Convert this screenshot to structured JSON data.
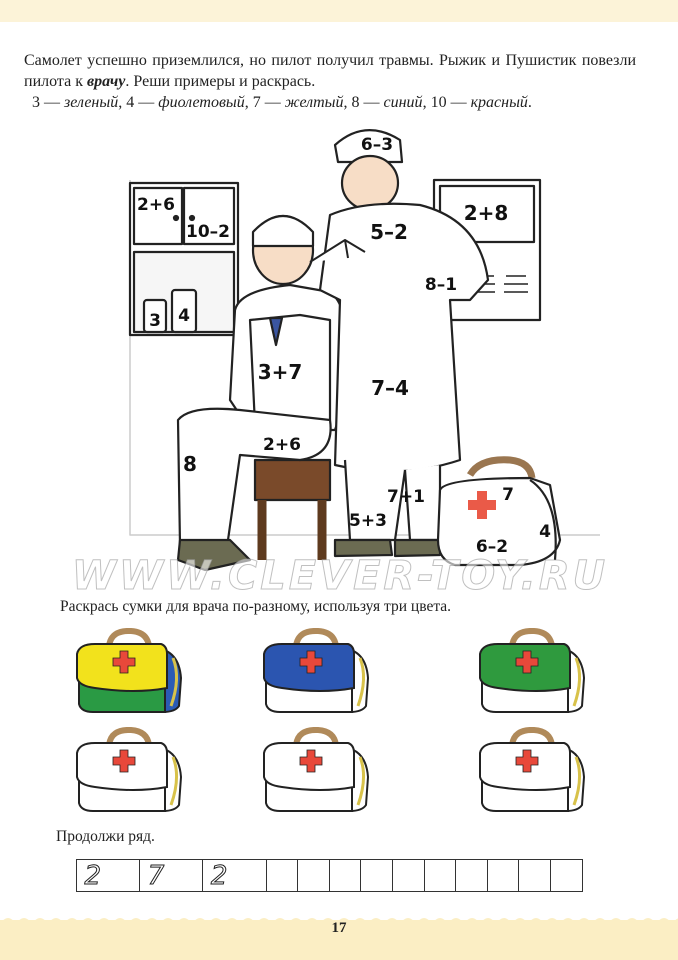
{
  "intro": {
    "line1_a": "Самолет успешно приземлился, но пилот получил травмы. Рыжик и Пушистик повезли пилота к ",
    "line1_bold": "врачу",
    "line1_b": ". Реши примеры и раскрась.",
    "legend": [
      {
        "num": "3",
        "sep": " — ",
        "color": "зеленый",
        "after": ", "
      },
      {
        "num": "4",
        "sep": " — ",
        "color": "фиолетовый",
        "after": ", "
      },
      {
        "num": "7",
        "sep": " — ",
        "color": "желтый",
        "after": ", "
      },
      {
        "num": "8",
        "sep": " — ",
        "color": "синий",
        "after": ", "
      },
      {
        "num": "10",
        "sep": " — ",
        "color": "красный",
        "after": "."
      }
    ]
  },
  "illustration": {
    "cabinet_top_left": "2+6",
    "cabinet_top_right": "10–2",
    "bottle_small": "3",
    "bottle_large": "4",
    "wall_chart": "2+8",
    "doctor_hat": "6–3",
    "doctor_coat_top": "5–2",
    "doctor_sleeve": "8–1",
    "doctor_coat_bottom": "7–4",
    "doctor_leg_right": "7+1",
    "doctor_leg_left": "5+3",
    "patient_vest": "3+7",
    "patient_lap": "2+6",
    "patient_leg": "8",
    "bag_front": "7",
    "bag_bottom": "6–2",
    "bag_side": "4",
    "watermark": "WWW.CLEVER-TOY.RU"
  },
  "task2": {
    "text": "Раскрась сумки для врача по-разному, используя три цвета.",
    "bags": [
      {
        "flap": "#f2e21c",
        "body": "#2a9a44",
        "side": "#2b5bb5"
      },
      {
        "flap": "#2b55b0",
        "body": "#ffffff",
        "side": "#ffffff"
      },
      {
        "flap": "#2f9a3e",
        "body": "#ffffff",
        "side": "#ffffff"
      },
      {
        "flap": "#ffffff",
        "body": "#ffffff",
        "side": "#ffffff"
      },
      {
        "flap": "#ffffff",
        "body": "#ffffff",
        "side": "#ffffff"
      },
      {
        "flap": "#ffffff",
        "body": "#ffffff",
        "side": "#ffffff"
      }
    ],
    "cross_color": "#e8483a",
    "handle_color": "#b08a5a"
  },
  "task3": {
    "text": "Продолжи ряд.",
    "cells": [
      "2",
      "",
      "7",
      "",
      "2",
      "",
      "",
      "",
      "",
      "",
      "",
      "",
      "",
      "",
      "",
      ""
    ]
  },
  "page_number": "17"
}
